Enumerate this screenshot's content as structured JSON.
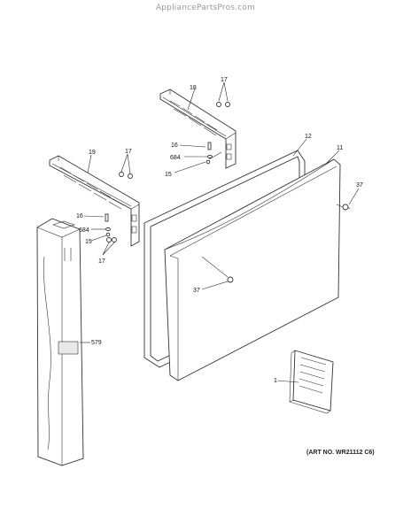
{
  "watermark": "AppliancePartsPros.com",
  "art_number": "(ART NO. WR21112 C6)",
  "callouts": [
    {
      "id": "c18",
      "text": "18"
    },
    {
      "id": "c17a",
      "text": "17"
    },
    {
      "id": "c16a",
      "text": "16"
    },
    {
      "id": "c684a",
      "text": "684"
    },
    {
      "id": "c15a",
      "text": "15"
    },
    {
      "id": "c12",
      "text": "12"
    },
    {
      "id": "c11",
      "text": "11"
    },
    {
      "id": "c19",
      "text": "19"
    },
    {
      "id": "c17b",
      "text": "17"
    },
    {
      "id": "c37a",
      "text": "37"
    },
    {
      "id": "c16b",
      "text": "16"
    },
    {
      "id": "c684b",
      "text": "684"
    },
    {
      "id": "c15b",
      "text": "15"
    },
    {
      "id": "c17c",
      "text": "17"
    },
    {
      "id": "c37b",
      "text": "37"
    },
    {
      "id": "c579",
      "text": "579"
    },
    {
      "id": "c1",
      "text": "1"
    }
  ],
  "colors": {
    "line": "#333333",
    "watermark": "#9a9a9a",
    "shade": "#e8e8e8"
  }
}
